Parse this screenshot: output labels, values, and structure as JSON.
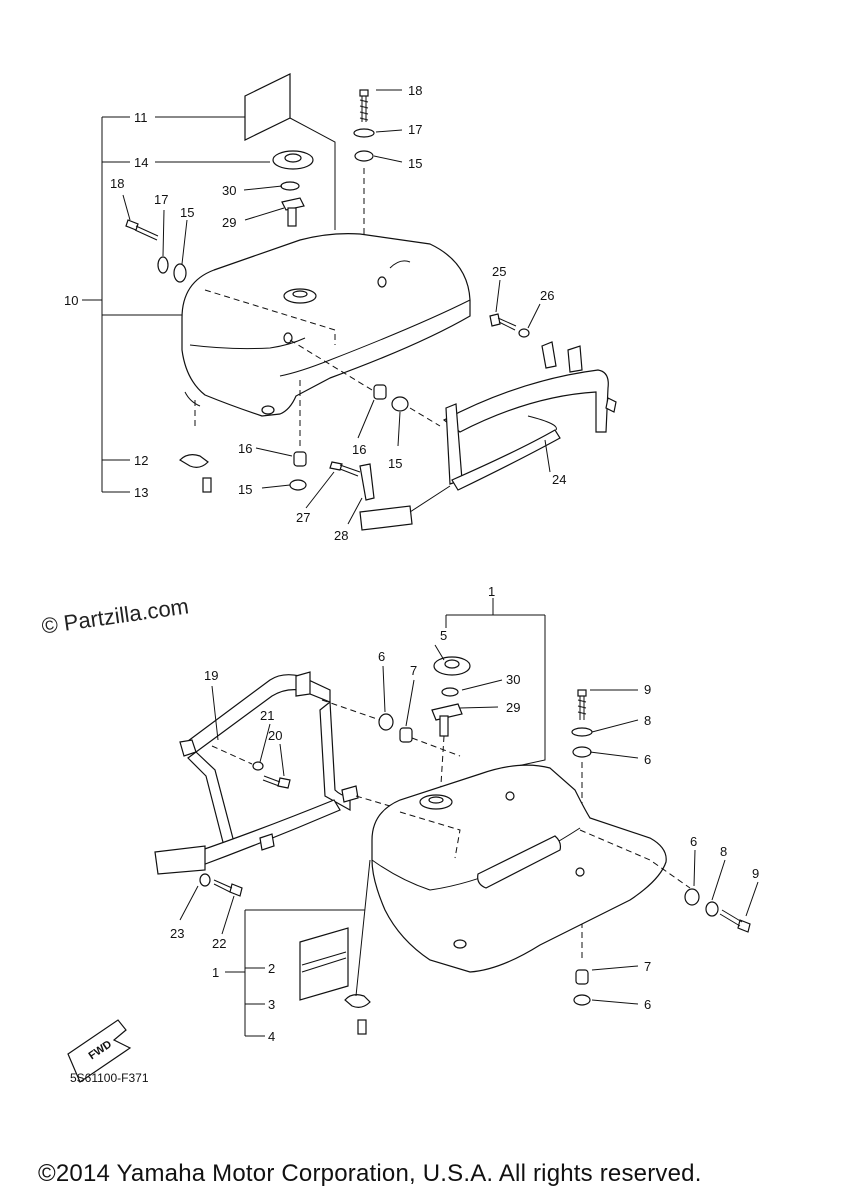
{
  "watermark": "© Partzilla.com",
  "drawing_code": "5S61100-F371",
  "copyright": "©2014 Yamaha Motor Corporation, U.S.A. All rights reserved.",
  "fwd_label": "FWD",
  "callouts": {
    "c1": "1",
    "c1b": "1",
    "c2": "2",
    "c3": "3",
    "c4": "4",
    "c5": "5",
    "c6a": "6",
    "c6b": "6",
    "c6c": "6",
    "c6d": "6",
    "c7a": "7",
    "c7b": "7",
    "c8a": "8",
    "c8b": "8",
    "c9a": "9",
    "c9b": "9",
    "c10": "10",
    "c11": "11",
    "c12": "12",
    "c13": "13",
    "c14": "14",
    "c15a": "15",
    "c15b": "15",
    "c15c": "15",
    "c15d": "15",
    "c16a": "16",
    "c16b": "16",
    "c17a": "17",
    "c17b": "17",
    "c18a": "18",
    "c18b": "18",
    "c19": "19",
    "c20": "20",
    "c21": "21",
    "c22": "22",
    "c23": "23",
    "c24": "24",
    "c25": "25",
    "c26": "26",
    "c27": "27",
    "c28": "28",
    "c29a": "29",
    "c29b": "29",
    "c30a": "30",
    "c30b": "30"
  }
}
